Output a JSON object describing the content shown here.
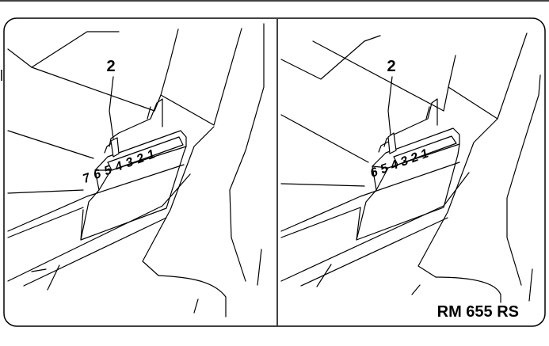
{
  "panels": [
    {
      "callout": "2",
      "scale_digits": [
        "7",
        "6",
        "5",
        "4",
        "3",
        "2",
        "1"
      ]
    },
    {
      "callout": "2",
      "scale_digits": [
        "6",
        "5",
        "4",
        "3",
        "2",
        "1"
      ]
    }
  ],
  "model_label": "RM 655 RS"
}
